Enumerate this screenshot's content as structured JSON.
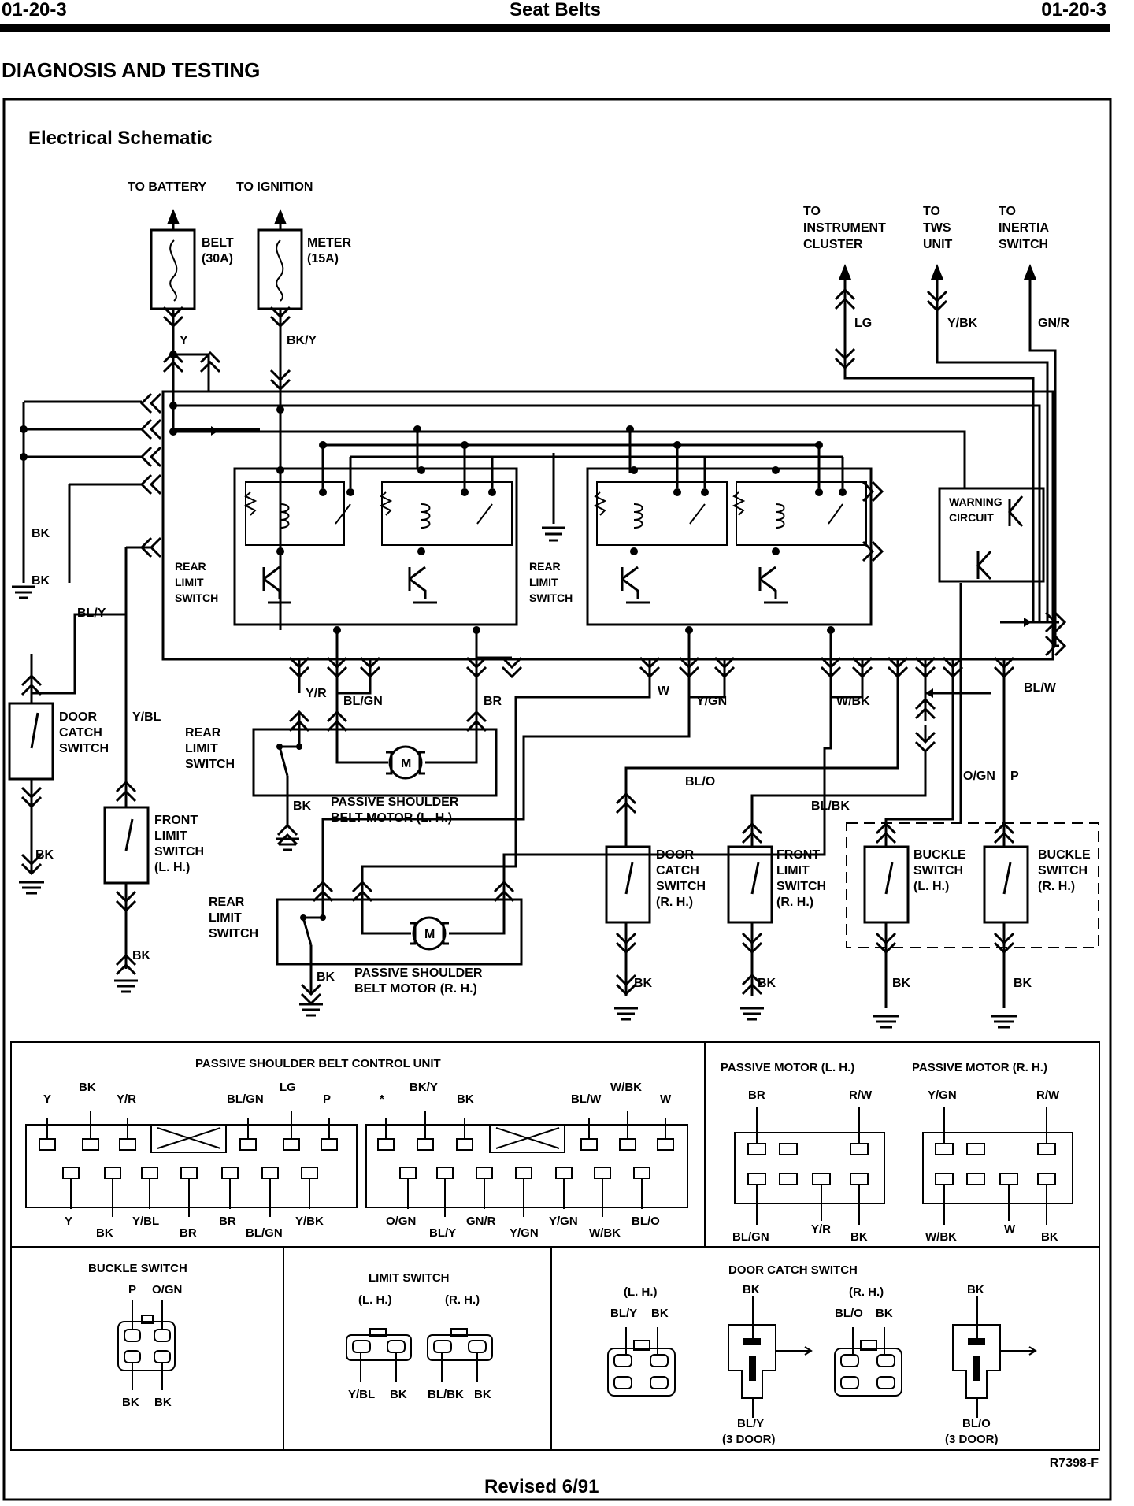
{
  "header": {
    "left": "01-20-3",
    "center": "Seat Belts",
    "right": "01-20-3"
  },
  "section_title": "DIAGNOSIS AND TESTING",
  "schematic": {
    "title": "Electrical Schematic",
    "to_battery": "TO BATTERY",
    "to_ignition": "TO IGNITION",
    "fuse_belt": [
      "BELT",
      "(30A)"
    ],
    "fuse_meter": [
      "METER",
      "(15A)"
    ],
    "to_cluster": [
      "TO",
      "INSTRUMENT",
      "CLUSTER"
    ],
    "to_tws": [
      "TO",
      "TWS",
      "UNIT"
    ],
    "to_inertia": [
      "TO",
      "INERTIA",
      "SWITCH"
    ],
    "rear_limit_switch": [
      "REAR",
      "LIMIT",
      "SWITCH"
    ],
    "warning_circuit": [
      "WARNING",
      "CIRCUIT"
    ],
    "door_catch": [
      "DOOR",
      "CATCH",
      "SWITCH"
    ],
    "front_limit_lh": [
      "FRONT",
      "LIMIT",
      "SWITCH",
      "(L. H.)"
    ],
    "door_catch_rh": [
      "DOOR",
      "CATCH",
      "SWITCH",
      "(R. H.)"
    ],
    "front_limit_rh": [
      "FRONT",
      "LIMIT",
      "SWITCH",
      "(R. H.)"
    ],
    "buckle_lh": [
      "BUCKLE",
      "SWITCH",
      "(L. H.)"
    ],
    "buckle_rh": [
      "BUCKLE",
      "SWITCH",
      "(R. H.)"
    ],
    "motor_lh": [
      "PASSIVE SHOULDER",
      "BELT MOTOR (L. H.)"
    ],
    "motor_rh": [
      "PASSIVE SHOULDER",
      "BELT MOTOR (R. H.)"
    ],
    "motor_symbol": "M",
    "wires": {
      "Y": "Y",
      "BKY": "BK/Y",
      "LG": "LG",
      "YBK": "Y/BK",
      "GNR": "GN/R",
      "BK": "BK",
      "BLY": "BL/Y",
      "YBL": "Y/BL",
      "YR": "Y/R",
      "BLGN": "BL/GN",
      "BR": "BR",
      "W": "W",
      "YGN": "Y/GN",
      "WBK": "W/BK",
      "BLW": "BL/W",
      "BLO": "BL/O",
      "BLBK": "BL/BK",
      "OGN": "O/GN",
      "P": "P"
    }
  },
  "connectors": {
    "control_unit_title": "PASSIVE SHOULDER BELT CONTROL UNIT",
    "cu_left_top": [
      "Y",
      "BK",
      "Y/R",
      "BL/GN",
      "LG",
      "P"
    ],
    "cu_left_bottom": [
      "Y",
      "BK",
      "Y/BL",
      "BR",
      "BR",
      "BL/GN",
      "Y/BK"
    ],
    "cu_right_top": [
      "*",
      "BK/Y",
      "BK",
      "BL/W",
      "W/BK",
      "W"
    ],
    "cu_right_bottom": [
      "O/GN",
      "BL/Y",
      "GN/R",
      "Y/GN",
      "Y/GN",
      "W/BK",
      "BL/O"
    ],
    "motor_lh_title": "PASSIVE MOTOR (L. H.)",
    "motor_rh_title": "PASSIVE MOTOR (R. H.)",
    "motor_lh_top": [
      "BR",
      "R/W"
    ],
    "motor_lh_bottom": [
      "BL/GN",
      "Y/R",
      "BK"
    ],
    "motor_rh_top": [
      "Y/GN",
      "R/W"
    ],
    "motor_rh_bottom": [
      "W/BK",
      "W",
      "BK"
    ],
    "buckle_title": "BUCKLE SWITCH",
    "buckle_top": [
      "P",
      "O/GN"
    ],
    "buckle_bottom": [
      "BK",
      "BK"
    ],
    "limit_title": "LIMIT SWITCH",
    "limit_lh": "(L. H.)",
    "limit_rh": "(R. H.)",
    "limit_lh_wires": [
      "Y/BL",
      "BK"
    ],
    "limit_rh_wires": [
      "BL/BK",
      "BK"
    ],
    "door_title": "DOOR CATCH SWITCH",
    "door_lh": "(L. H.)",
    "door_rh": "(R. H.)",
    "door_lh_wires": [
      "BL/Y",
      "BK"
    ],
    "door_rh_wires": [
      "BL/O",
      "BK"
    ],
    "door_lh_bk": "BK",
    "door_rh_bk": "BK",
    "door_lh_bottom": [
      "BL/Y",
      "(3 DOOR)"
    ],
    "door_rh_bottom": [
      "BL/O",
      "(3 DOOR)"
    ]
  },
  "figure_id": "R7398-F",
  "footer": "Revised 6/91"
}
